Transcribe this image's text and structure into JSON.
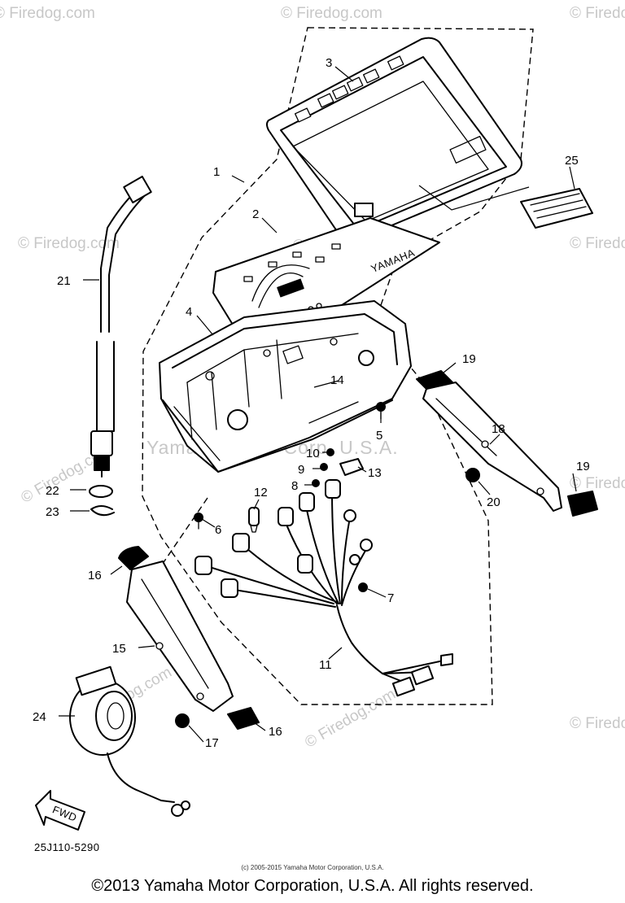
{
  "watermarks": {
    "firedog": "© Firedog.com",
    "center": "Yamaha Motor Corp, U.S.A."
  },
  "diagram_code": "25J110-5290",
  "small_copyright": "(c) 2005-2015 Yamaha Motor Corporation, U.S.A.",
  "footer_copyright": "©2013 Yamaha Motor Corporation, U.S.A. All rights reserved.",
  "face_logo": "YAMAHA",
  "fwd_label": "FWD",
  "callouts": [
    "1",
    "2",
    "3",
    "4",
    "5",
    "6",
    "7",
    "8",
    "9",
    "10",
    "11",
    "12",
    "13",
    "14",
    "15",
    "16",
    "16",
    "17",
    "18",
    "19",
    "19",
    "20",
    "21",
    "22",
    "23",
    "24",
    "25"
  ]
}
